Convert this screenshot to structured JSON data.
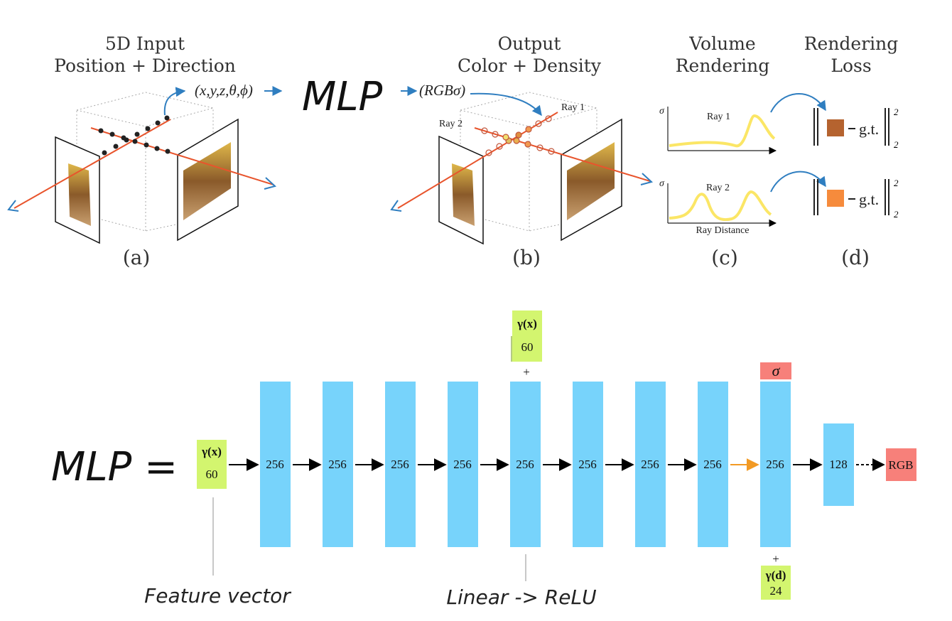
{
  "top_panels": {
    "a": {
      "title_line1": "5D Input",
      "title_line2": "Position + Direction",
      "input_label": "(x,y,z,θ,ϕ)",
      "caption": "(a)"
    },
    "mlp_label": "MLP",
    "b": {
      "title_line1": "Output",
      "title_line2": "Color + Density",
      "output_label": "(RGBσ)",
      "ray1": "Ray 1",
      "ray2": "Ray 2",
      "caption": "(b)"
    },
    "c": {
      "title_line1": "Volume",
      "title_line2": "Rendering",
      "sigma": "σ",
      "ray1": "Ray 1",
      "ray2": "Ray 2",
      "x_axis": "Ray Distance",
      "caption": "(c)"
    },
    "d": {
      "title_line1": "Rendering",
      "title_line2": "Loss",
      "gt": "g.t.",
      "exp": "2",
      "caption": "(d)"
    }
  },
  "network": {
    "lhs": "MLP =",
    "input": {
      "label": "γ(x)",
      "dim": "60"
    },
    "layers": [
      "256",
      "256",
      "256",
      "256",
      "256",
      "256",
      "256",
      "256",
      "256",
      "128"
    ],
    "skip": {
      "label": "γ(x)",
      "dim": "60",
      "plus": "+"
    },
    "sigma_out": "σ",
    "dir_input": {
      "label": "γ(d)",
      "dim": "24",
      "plus": "+"
    },
    "rgb_out": "RGB",
    "annotation_feature": "Feature vector",
    "annotation_linear": "Linear -> ReLU"
  },
  "colors": {
    "layer": "#77d3fb",
    "input": "#d3f56f",
    "output": "#f7807a",
    "ray_red": "#e8542c",
    "ray_blue": "#2f7ec0",
    "curve": "#fbe666",
    "swatch1": "#b5632f",
    "swatch2": "#f68b3c",
    "orange_arrow": "#f29a24"
  }
}
